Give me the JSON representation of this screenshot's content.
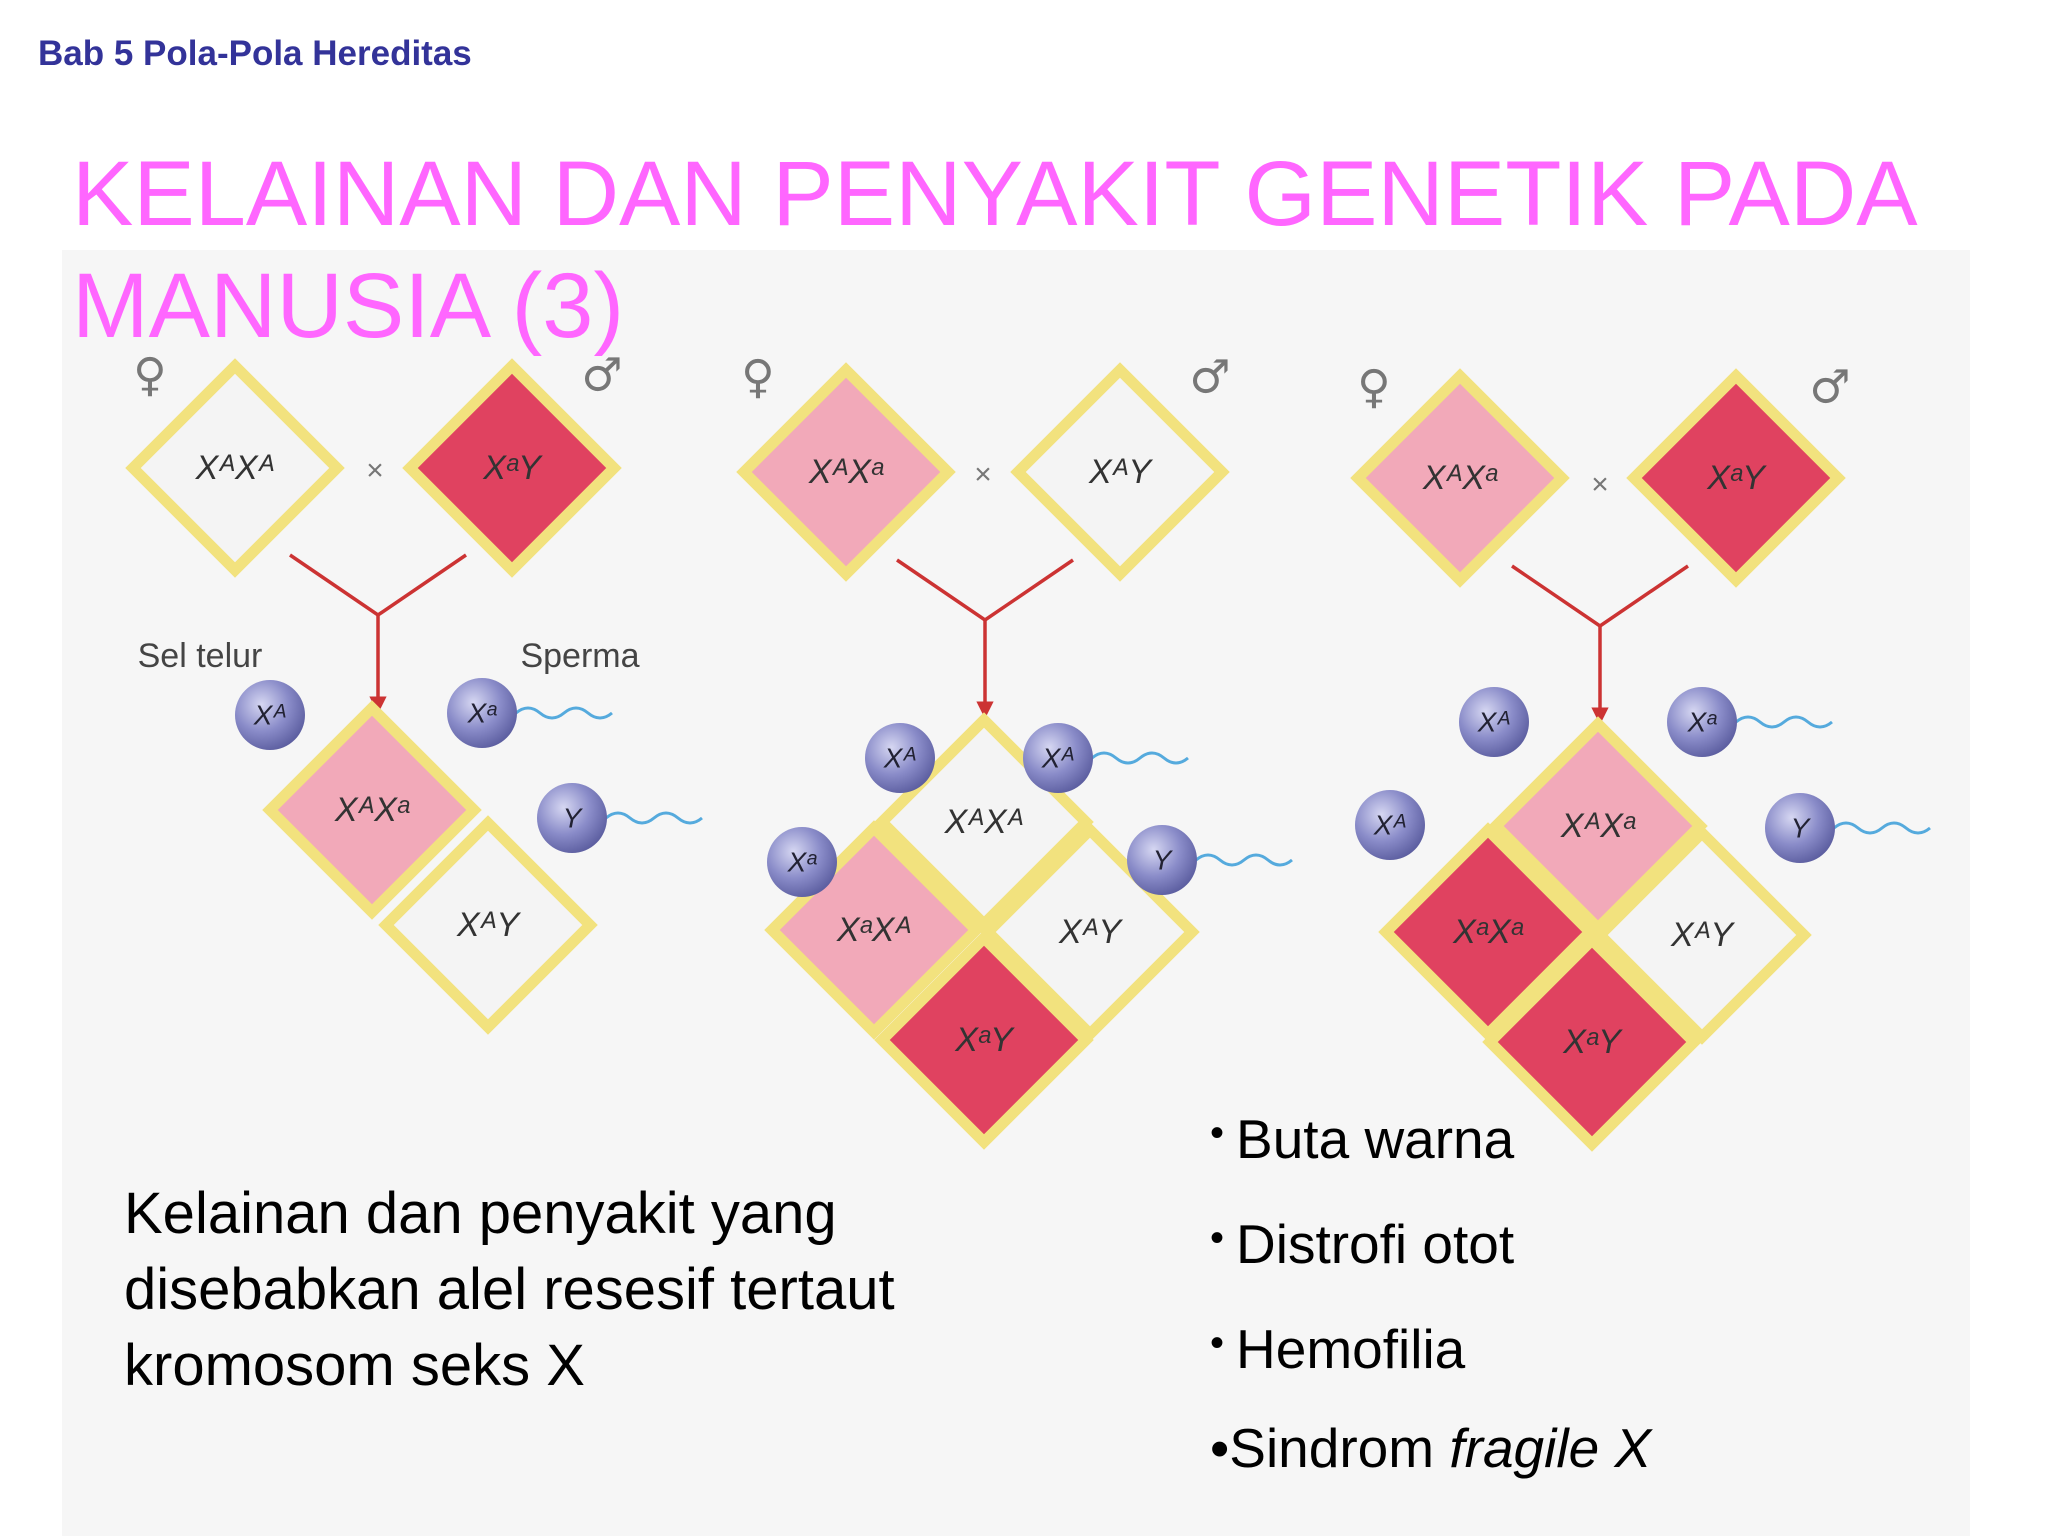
{
  "header": {
    "chapter": "Bab 5 Pola-Pola Hereditas"
  },
  "slide": {
    "title": "KELAINAN DAN PENYAKIT GENETIK PADA MANUSIA (3)",
    "description": "Kelainan dan penyakit yang disebabkan alel resesif tertaut kromosom seks X",
    "diseases": [
      {
        "bullet": "•",
        "text": "Buta warna",
        "italic": ""
      },
      {
        "bullet": "•",
        "text": "Distrofi otot",
        "italic": ""
      },
      {
        "bullet": "•",
        "text": "Hemofilia",
        "italic": ""
      },
      {
        "bullet": "•",
        "text": "Sindrom ",
        "italic": "fragile X"
      }
    ]
  },
  "diagram": {
    "symbols": {
      "female": "♀",
      "male": "♂",
      "cross": "×"
    },
    "labels": {
      "egg": "Sel telur",
      "sperm": "Sperma"
    },
    "colors": {
      "normal": "#f4f4f4",
      "carrier": "#f2a9b9",
      "affected": "#e04260",
      "border": "#f2e27e",
      "arrow": "#cc3333",
      "gamete": "#8a8cc9"
    },
    "crosses": [
      {
        "mother": {
          "genotype": "XᴬXᴬ",
          "status": "normal"
        },
        "father": {
          "genotype": "XᵃY",
          "status": "affected"
        },
        "eggs": [
          "Xᴬ"
        ],
        "sperm": [
          "Xᵃ",
          "Y"
        ],
        "offspring": [
          {
            "genotype": "XᴬXᵃ",
            "status": "carrier"
          },
          {
            "genotype": "XᴬY",
            "status": "normal"
          }
        ]
      },
      {
        "mother": {
          "genotype": "XᴬXᵃ",
          "status": "carrier"
        },
        "father": {
          "genotype": "XᴬY",
          "status": "normal"
        },
        "eggs": [
          "Xᴬ",
          "Xᵃ"
        ],
        "sperm": [
          "Xᴬ",
          "Y"
        ],
        "offspring": [
          {
            "genotype": "XᴬXᴬ",
            "status": "normal"
          },
          {
            "genotype": "XᵃXᴬ",
            "status": "carrier"
          },
          {
            "genotype": "XᴬY",
            "status": "normal"
          },
          {
            "genotype": "XᵃY",
            "status": "affected"
          }
        ]
      },
      {
        "mother": {
          "genotype": "XᴬXᵃ",
          "status": "carrier"
        },
        "father": {
          "genotype": "XᵃY",
          "status": "affected"
        },
        "eggs": [
          "Xᴬ",
          "Xᴬ"
        ],
        "sperm": [
          "Xᵃ",
          "Y"
        ],
        "offspring": [
          {
            "genotype": "XᴬXᵃ",
            "status": "carrier"
          },
          {
            "genotype": "XᵃXᵃ",
            "status": "affected"
          },
          {
            "genotype": "XᴬY",
            "status": "normal"
          },
          {
            "genotype": "XᵃY",
            "status": "affected"
          }
        ]
      }
    ]
  }
}
